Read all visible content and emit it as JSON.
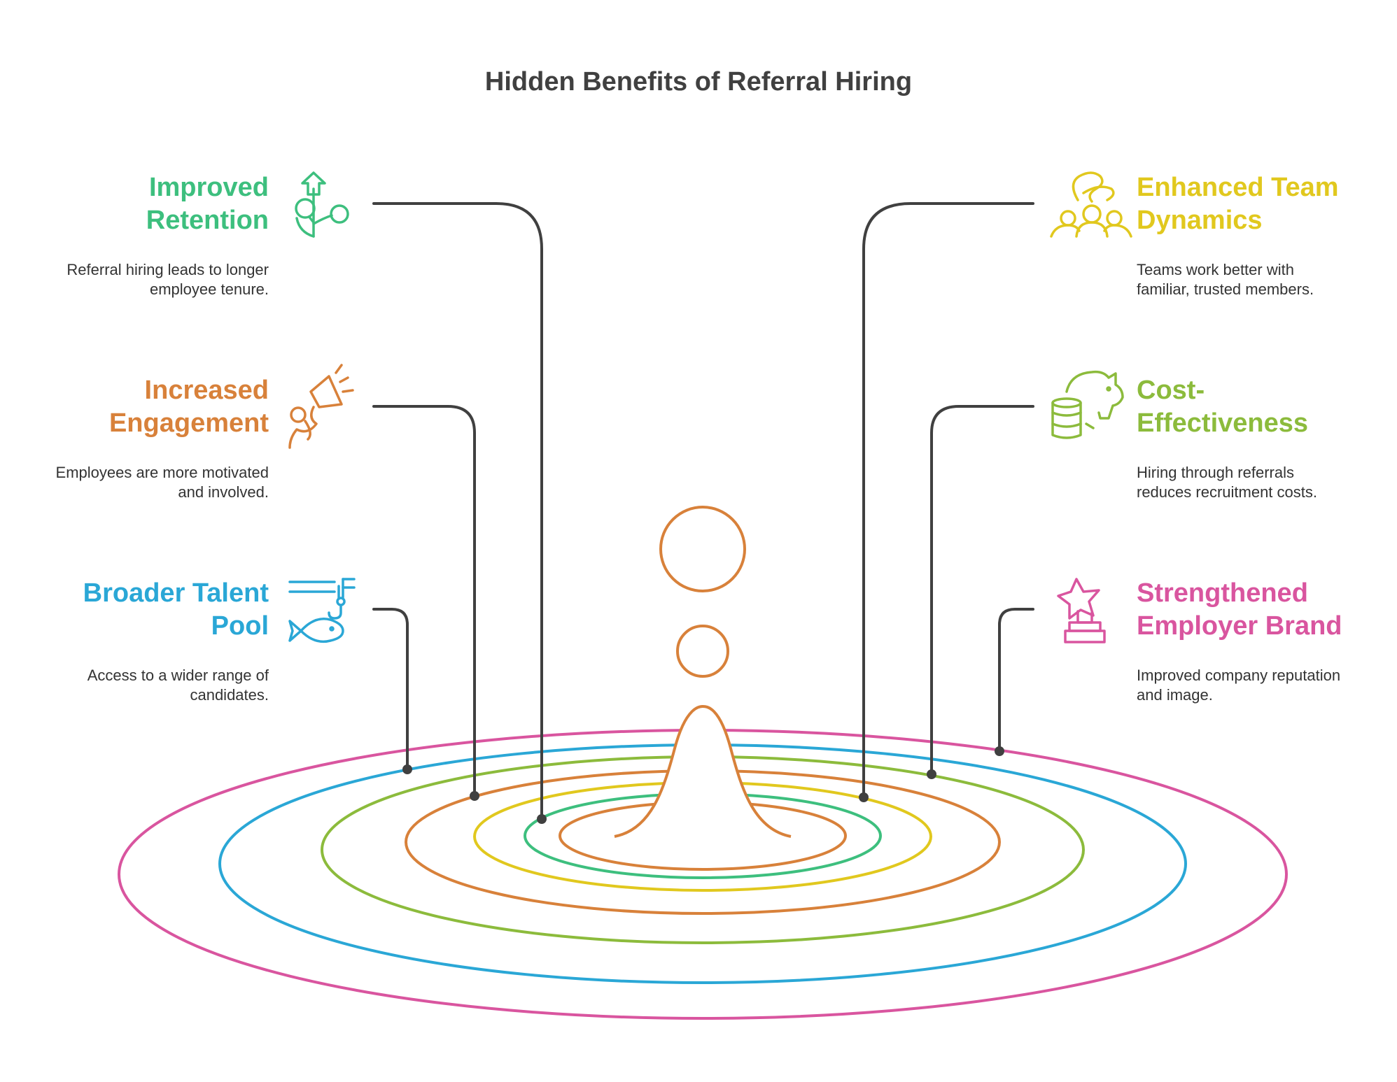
{
  "title": "Hidden Benefits of Referral Hiring",
  "colors": {
    "dark": "#404040",
    "green": "#3dbf7e",
    "orange": "#d8813a",
    "blue": "#2aa7d6",
    "yellow": "#e1c81e",
    "lime": "#8cbb3c",
    "pink": "#d9559f"
  },
  "benefits": {
    "retention": {
      "title_line1": "Improved",
      "title_line2": "Retention",
      "desc_line1": "Referral hiring leads to longer",
      "desc_line2": "employee tenure.",
      "icon": "plant-growth-icon"
    },
    "engagement": {
      "title_line1": "Increased",
      "title_line2": "Engagement",
      "desc_line1": "Employees are more motivated",
      "desc_line2": "and involved.",
      "icon": "megaphone-icon"
    },
    "talent": {
      "title_line1": "Broader Talent",
      "title_line2": "Pool",
      "desc_line1": "Access to a wider range of",
      "desc_line2": "candidates.",
      "icon": "fishing-icon"
    },
    "team": {
      "title_line1": "Enhanced Team",
      "title_line2": "Dynamics",
      "desc_line1": "Teams work better with",
      "desc_line2": "familiar, trusted members.",
      "icon": "team-icon"
    },
    "cost": {
      "title_line1": "Cost-",
      "title_line2": "Effectiveness",
      "desc_line1": "Hiring through referrals",
      "desc_line2": "reduces recruitment costs.",
      "icon": "piggy-bank-icon"
    },
    "brand": {
      "title_line1": "Strengthened",
      "title_line2": "Employer Brand",
      "desc_line1": "Improved company reputation",
      "desc_line2": "and image.",
      "icon": "star-trophy-icon"
    }
  }
}
